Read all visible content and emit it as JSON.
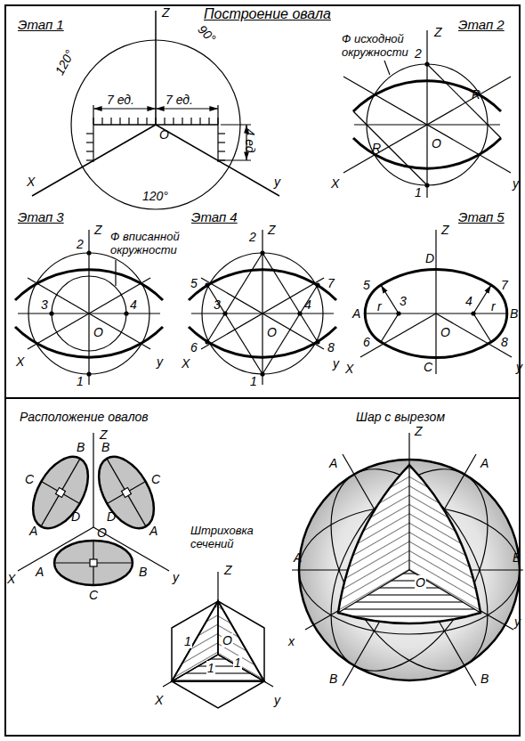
{
  "diagram": {
    "title": "Построение овала",
    "labels": [
      "Этап 1",
      "Z",
      "120°",
      "90°",
      "7 ед.",
      "7 ед.",
      "4 ед.",
      "O",
      "X",
      "y",
      "120°",
      "Этап 2",
      "Z",
      "Ф исходной окружности",
      "2",
      "R",
      "R",
      "O",
      "X",
      "y",
      "1",
      "Этап 3",
      "Z",
      "2",
      "Ф вписанной окружности",
      "3",
      "4",
      "O",
      "X",
      "y",
      "1",
      "Этап 4",
      "2",
      "Z",
      "5",
      "7",
      "3",
      "4",
      "O",
      "6",
      "8",
      "X",
      "y",
      "1",
      "Этап 5",
      "Z",
      "D",
      "5",
      "r",
      "3",
      "7",
      "4",
      "r",
      "A",
      "O",
      "B",
      "6",
      "8",
      "X",
      "y",
      "C",
      "Расположение овалов",
      "Z",
      "B",
      "B",
      "C",
      "C",
      "D",
      "D",
      "O",
      "X",
      "A",
      "A",
      "y",
      "A",
      "B",
      "C",
      "Штриховка сечений",
      "Z",
      "1",
      "1",
      "1",
      "O",
      "X",
      "y",
      "Шар с вырезом",
      "Z",
      "A",
      "A",
      "A",
      "B",
      "O",
      "x",
      "B",
      "B",
      "y"
    ]
  }
}
